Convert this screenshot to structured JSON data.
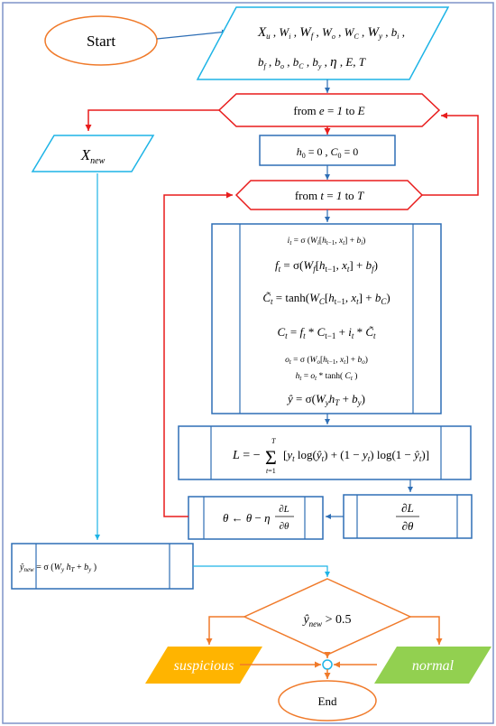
{
  "nodes": {
    "start": "Start",
    "end": "End",
    "inputs_line1": "X_u, W_i, W_f, W_o, W_C, W_y, b_i,",
    "inputs_line2": "b_f, b_o, b_C, b_y, η, E, T",
    "x_new": "X_new",
    "loop_epochs": "from e = 1 to E",
    "init_state": "h_0 = 0, C_0 = 0",
    "loop_time": "from t = 1 to T",
    "lstm_cell": [
      "i_t = σ(W_i[h_{t-1}, x_t] + b_i)",
      "f_t = σ(W_f[h_{t-1}, x_t] + b_f)",
      "C̃_t = tanh(W_C[h_{t-1}, x_t] + b_C)",
      "C_t = f_t * C_{t-1} + i_t * C̃_t",
      "o_t = σ(W_o[h_{t-1}, x_t] + b_o)",
      "h_t = o_t * tanh(C_t)",
      "ŷ = σ(W_y h_T + b_y)"
    ],
    "loss": "L = −Σ_{t=1}^{T} [y_t log(ŷ_t) + (1 − y_t) log(1 − ŷ_t)]",
    "gradient": "∂L/∂θ",
    "update": "θ ← θ − η ∂L/∂θ",
    "predict": "ŷ_new = σ(W_y h_T + b_y)",
    "decision": "ŷ_new > 0.5",
    "suspicious": "suspicious",
    "normal": "normal"
  },
  "colors": {
    "frame": "#7f93c9",
    "blue_box": "#2e6eb5",
    "cyan": "#1eb4e6",
    "red": "#e81c1c",
    "orange": "#f07a2a",
    "suspicious_fill": "#ffb400",
    "normal_fill": "#92d050"
  }
}
